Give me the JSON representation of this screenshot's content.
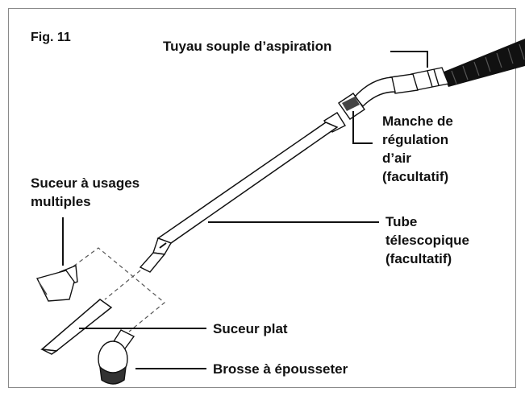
{
  "figure": {
    "label": "Fig. 11"
  },
  "labels": {
    "hose": "Tuyau souple d’aspiration",
    "air_handle": [
      "Manche de",
      "régulation",
      "d’air",
      "(facultatif)"
    ],
    "multi_nozzle": [
      "Suceur à usages",
      "multiples"
    ],
    "telescopic_tube": [
      "Tube",
      "télescopique",
      "(facultatif)"
    ],
    "crevice_tool": "Suceur plat",
    "dusting_brush": "Brosse à épousseter"
  }
}
